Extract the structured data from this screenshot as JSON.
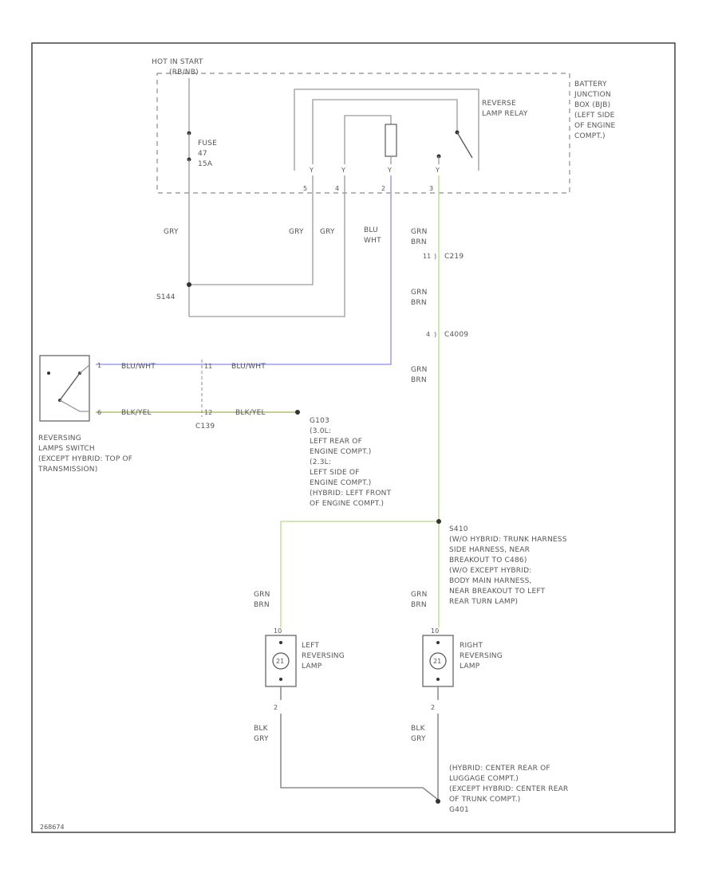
{
  "hot_label": [
    "HOT IN START",
    "(RB/NB)"
  ],
  "battery_box_label": [
    "BATTERY",
    "JUNCTION",
    "BOX (BJB)",
    "(LEFT SIDE",
    "OF ENGINE",
    "COMPT.)"
  ],
  "relay_label": [
    "REVERSE",
    "LAMP RELAY"
  ],
  "fuse_label": [
    "FUSE",
    "47",
    "15A"
  ],
  "relay_pins": [
    "5",
    "4",
    "2",
    "3"
  ],
  "wire_colors": {
    "gry_left": "GRY",
    "gry_mid1": "GRY",
    "gry_mid2": "GRY",
    "blu_wht": [
      "BLU",
      "WHT"
    ],
    "grn_brn_top": [
      "GRN",
      "BRN"
    ],
    "grn_brn_mid": [
      "GRN",
      "BRN"
    ],
    "grn_brn_low": [
      "GRN",
      "BRN"
    ],
    "grn_brn_left_lamp": [
      "GRN",
      "BRN"
    ],
    "grn_brn_right_lamp": [
      "GRN",
      "BRN"
    ],
    "blk_gry_left": [
      "BLK",
      "GRY"
    ],
    "blk_gry_right": [
      "BLK",
      "GRY"
    ],
    "switch_top": "BLU/WHT",
    "switch_top_right": "BLU/WHT",
    "switch_bottom": "BLK/YEL",
    "switch_bottom_right": "BLK/YEL"
  },
  "splice_s144": "S144",
  "connector_c219": "C219",
  "connector_c219_pin": "11",
  "connector_c4009": "C4009",
  "connector_c4009_pin": "4",
  "connector_c139": "C139",
  "connector_c139_pins": [
    "11",
    "12"
  ],
  "switch_pins": [
    "1",
    "6"
  ],
  "switch_label": [
    "REVERSING",
    "LAMPS SWITCH",
    "(EXCEPT HYBRID: TOP OF",
    "TRANSMISSION)"
  ],
  "ground_g103": [
    "G103",
    "(3.0L:",
    "LEFT REAR OF",
    "ENGINE COMPT.)",
    "(2.3L:",
    "LEFT SIDE OF",
    "ENGINE COMPT.)",
    "(HYBRID: LEFT FRONT",
    "OF ENGINE COMPT.)"
  ],
  "splice_s410": [
    "S410",
    "(W/O HYBRID: TRUNK HARNESS",
    "SIDE HARNESS, NEAR",
    "BREAKOUT TO C486)",
    "(W/O EXCEPT HYBRID:",
    "BODY MAIN HARNESS,",
    "NEAR BREAKOUT TO LEFT",
    "REAR TURN LAMP)"
  ],
  "left_lamp_label": [
    "LEFT",
    "REVERSING",
    "LAMP"
  ],
  "right_lamp_label": [
    "RIGHT",
    "REVERSING",
    "LAMP"
  ],
  "lamp_pins": [
    "10",
    "2"
  ],
  "lamp_symbol": "21",
  "ground_g401": [
    "(HYBRID: CENTER REAR OF",
    "LUGGAGE COMPT.)",
    "(EXCEPT HYBRID: CENTER REAR",
    "OF TRUNK COMPT.)",
    "G401"
  ],
  "figure_id": "268674"
}
